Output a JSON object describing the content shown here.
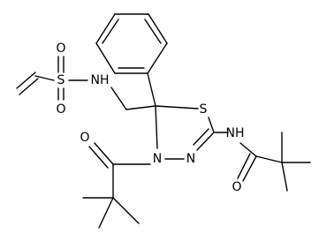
{
  "molecule": {
    "atoms": {
      "S_sulfonyl": "S",
      "O_sulfonyl_top": "O",
      "O_sulfonyl_bottom": "O",
      "N_sulfonamide": "NH",
      "S_ring": "S",
      "N_ring_4": "N",
      "N_ring_3": "N",
      "N_amide": "NH",
      "O_amide": "O",
      "O_acyl": "O"
    }
  },
  "colors": {
    "bond": "#000000",
    "text": "#000000",
    "background": "#ffffff"
  }
}
